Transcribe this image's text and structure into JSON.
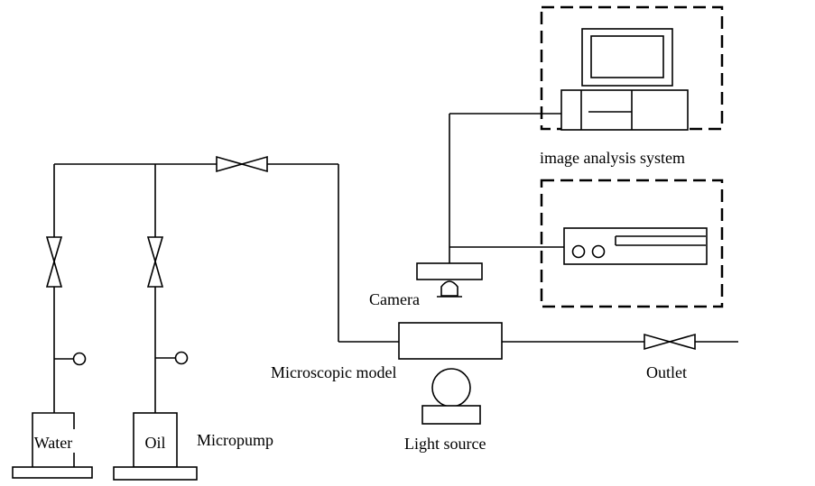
{
  "labels": {
    "image_analysis": "image analysis system",
    "camera": "Camera",
    "microscopic_model": "Microscopic model",
    "outlet": "Outlet",
    "light_source": "Light source",
    "water": "Water",
    "oil": "Oil",
    "micropump": "Micropump"
  }
}
